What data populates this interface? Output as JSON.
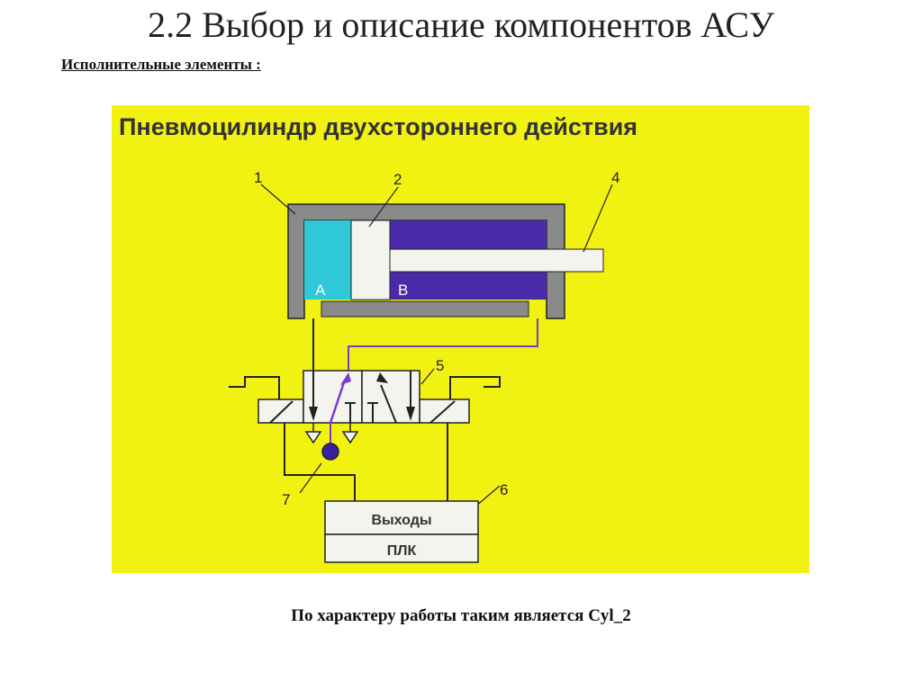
{
  "slide": {
    "title": "2.2 Выбор и описание компонентов АСУ",
    "subtitle": "Исполнительные элементы :",
    "caption": "По характеру работы таким является Cyl_2"
  },
  "diagram": {
    "heading": "Пневмоцилиндр двухстороннего действия",
    "numbers": [
      "1",
      "2",
      "4",
      "5",
      "6",
      "7"
    ],
    "chamber_a": "A",
    "chamber_b": "B",
    "plc_outputs": "Выходы",
    "plc": "ПЛК",
    "colors": {
      "background": "#f2f212",
      "chamber_a": "#2ec8d8",
      "chamber_b": "#4a2aa8",
      "frame": "#8a8a8a",
      "signal_line": "#7a3ad0"
    }
  }
}
